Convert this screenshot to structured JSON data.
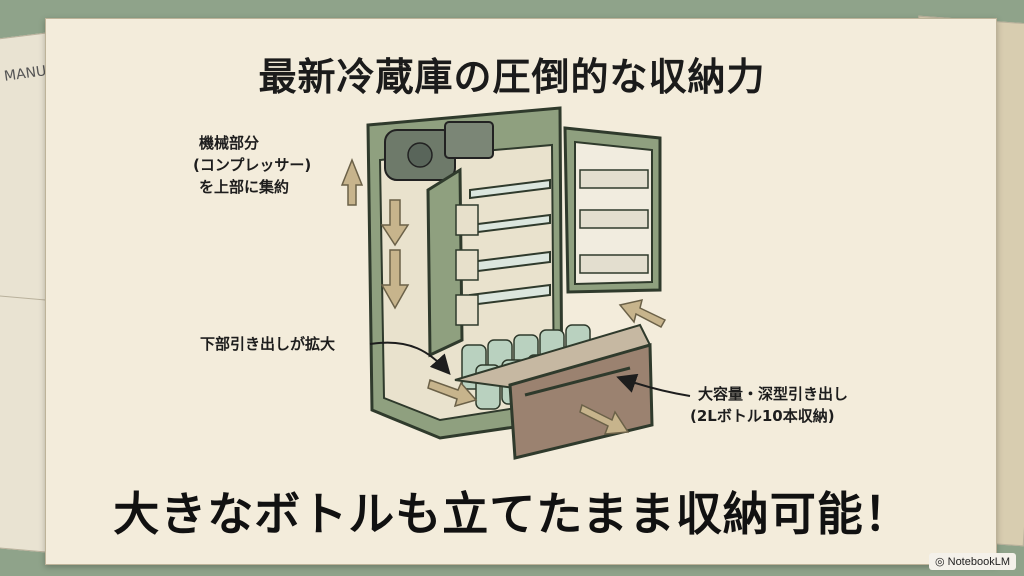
{
  "title": "最新冷蔵庫の圧倒的な収納力",
  "bottom_title": "大きなボトルも立てたまま収納可能！",
  "labels": {
    "mechanical_1": "機械部分",
    "mechanical_2": "(コンプレッサー)",
    "mechanical_3": "を上部に集約",
    "lower_drawer": "下部引き出しが拡大",
    "big_drawer_1": "大容量・深型引き出し",
    "big_drawer_2": "(2Lボトル10本収納)"
  },
  "background_text": "MANU",
  "badge": "NotebookLM",
  "icons": [
    "up-arrow-icon",
    "down-arrow-icon",
    "pointer-arrow-icon",
    "notebook-icon"
  ],
  "colors": {
    "background": "#8fa38a",
    "paper": "#f3ecdb",
    "fridge_body": "#8fa07f",
    "drawer": "#9b8270",
    "arrow": "#c7b48c"
  }
}
